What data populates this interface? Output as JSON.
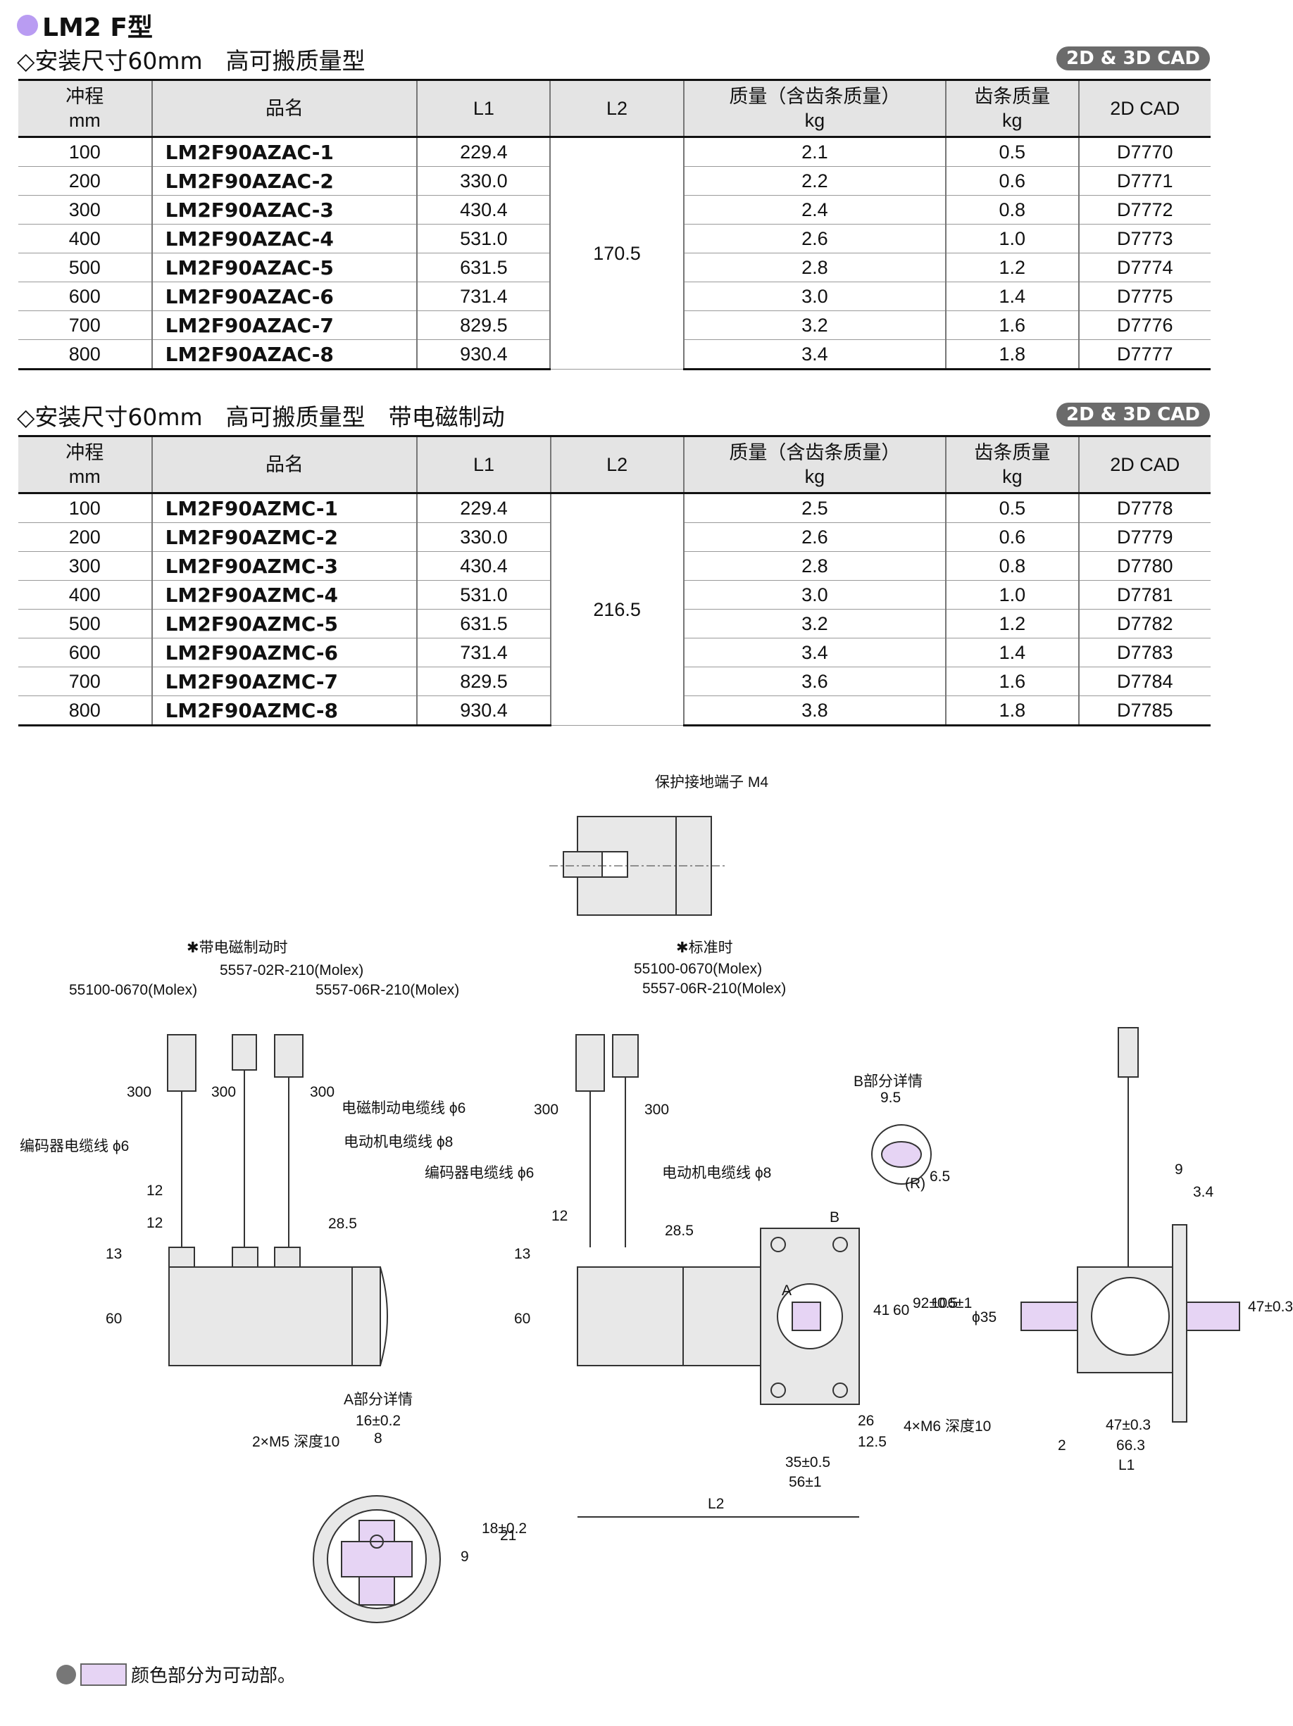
{
  "page_title": "LM2 F型",
  "cad_badge": "2D & 3D CAD",
  "table1": {
    "heading": "◇安装尺寸60mm　高可搬质量型",
    "headers": [
      "冲程\nmm",
      "品名",
      "L1",
      "L2",
      "质量（含齿条质量）\nkg",
      "齿条质量\nkg",
      "2D CAD"
    ],
    "l2": "170.5",
    "rows": [
      [
        "100",
        "LM2F90AZAC-1",
        "229.4",
        "2.1",
        "0.5",
        "D7770"
      ],
      [
        "200",
        "LM2F90AZAC-2",
        "330.0",
        "2.2",
        "0.6",
        "D7771"
      ],
      [
        "300",
        "LM2F90AZAC-3",
        "430.4",
        "2.4",
        "0.8",
        "D7772"
      ],
      [
        "400",
        "LM2F90AZAC-4",
        "531.0",
        "2.6",
        "1.0",
        "D7773"
      ],
      [
        "500",
        "LM2F90AZAC-5",
        "631.5",
        "2.8",
        "1.2",
        "D7774"
      ],
      [
        "600",
        "LM2F90AZAC-6",
        "731.4",
        "3.0",
        "1.4",
        "D7775"
      ],
      [
        "700",
        "LM2F90AZAC-7",
        "829.5",
        "3.2",
        "1.6",
        "D7776"
      ],
      [
        "800",
        "LM2F90AZAC-8",
        "930.4",
        "3.4",
        "1.8",
        "D7777"
      ]
    ]
  },
  "table2": {
    "heading": "◇安装尺寸60mm　高可搬质量型　带电磁制动",
    "headers": [
      "冲程\nmm",
      "品名",
      "L1",
      "L2",
      "质量（含齿条质量）\nkg",
      "齿条质量\nkg",
      "2D CAD"
    ],
    "l2": "216.5",
    "rows": [
      [
        "100",
        "LM2F90AZMC-1",
        "229.4",
        "2.5",
        "0.5",
        "D7778"
      ],
      [
        "200",
        "LM2F90AZMC-2",
        "330.0",
        "2.6",
        "0.6",
        "D7779"
      ],
      [
        "300",
        "LM2F90AZMC-3",
        "430.4",
        "2.8",
        "0.8",
        "D7780"
      ],
      [
        "400",
        "LM2F90AZMC-4",
        "531.0",
        "3.0",
        "1.0",
        "D7781"
      ],
      [
        "500",
        "LM2F90AZMC-5",
        "631.5",
        "3.2",
        "1.2",
        "D7782"
      ],
      [
        "600",
        "LM2F90AZMC-6",
        "731.4",
        "3.4",
        "1.4",
        "D7783"
      ],
      [
        "700",
        "LM2F90AZMC-7",
        "829.5",
        "3.6",
        "1.6",
        "D7784"
      ],
      [
        "800",
        "LM2F90AZMC-8",
        "930.4",
        "3.8",
        "1.8",
        "D7785"
      ]
    ]
  },
  "drawing": {
    "ground_terminal": "保护接地端子 M4",
    "brake_note": "✱带电磁制动时",
    "std_note": "✱标准时",
    "conn_55100": "55100-0670(Molex)",
    "conn_5557_02": "5557-02R-210(Molex)",
    "conn_5557_06": "5557-06R-210(Molex)",
    "brake_cable": "电磁制动电缆线 ϕ6",
    "motor_cable": "电动机电缆线 ϕ8",
    "encoder_cable": "编码器电缆线 ϕ6",
    "detail_b": "B部分详情",
    "detail_a": "A部分详情",
    "m5": "2×M5 深度10",
    "m6": "4×M6 深度10",
    "dims": [
      "300",
      "300",
      "300",
      "300",
      "300",
      "12",
      "12",
      "12",
      "28.5",
      "28.5",
      "13",
      "60",
      "13",
      "60",
      "9.5",
      "6.5",
      "(R)",
      "41",
      "60",
      "92±0.5",
      "106±1",
      "26",
      "12.5",
      "35±0.5",
      "56±1",
      "L2",
      "9",
      "3.4",
      "ϕ35",
      "47±0.3",
      "47±0.3",
      "66.3",
      "2",
      "L1",
      "16±0.2",
      "8",
      "18±0.2",
      "9",
      "21",
      "A",
      "B"
    ]
  },
  "footer_note": "颜色部分为可动部。",
  "colors": {
    "movable": "#e6d4f4",
    "header_bg": "#e4e4e4",
    "badge": "#6b6b6b",
    "bullet": "#b99cf2"
  }
}
